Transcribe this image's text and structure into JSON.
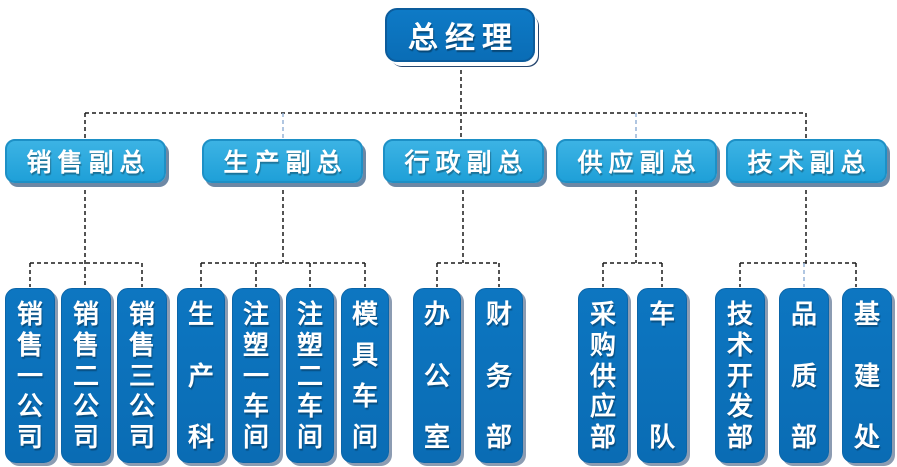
{
  "org": {
    "root": {
      "label": "总经理"
    },
    "vps": [
      {
        "label": "销售副总",
        "children": [
          {
            "label": "销售一公司"
          },
          {
            "label": "销售二公司"
          },
          {
            "label": "销售三公司"
          }
        ]
      },
      {
        "label": "生产副总",
        "children": [
          {
            "label": "生产科"
          },
          {
            "label": "注塑一车间"
          },
          {
            "label": "注塑二车间"
          },
          {
            "label": "模具车间"
          }
        ]
      },
      {
        "label": "行政副总",
        "children": [
          {
            "label": "办公室"
          },
          {
            "label": "财务部"
          }
        ]
      },
      {
        "label": "供应副总",
        "children": [
          {
            "label": "采购供应部"
          },
          {
            "label": "车队"
          }
        ]
      },
      {
        "label": "技术副总",
        "children": [
          {
            "label": "技术开发部"
          },
          {
            "label": "品质部"
          },
          {
            "label": "基建处"
          }
        ]
      }
    ]
  },
  "colors": {
    "primary_blue": "#0b72bc",
    "secondary_blue": "#29a9df",
    "connector": "#1a1a1a",
    "connector_alt": "#95b3d7",
    "text": "#ffffff",
    "background": "#ffffff"
  }
}
